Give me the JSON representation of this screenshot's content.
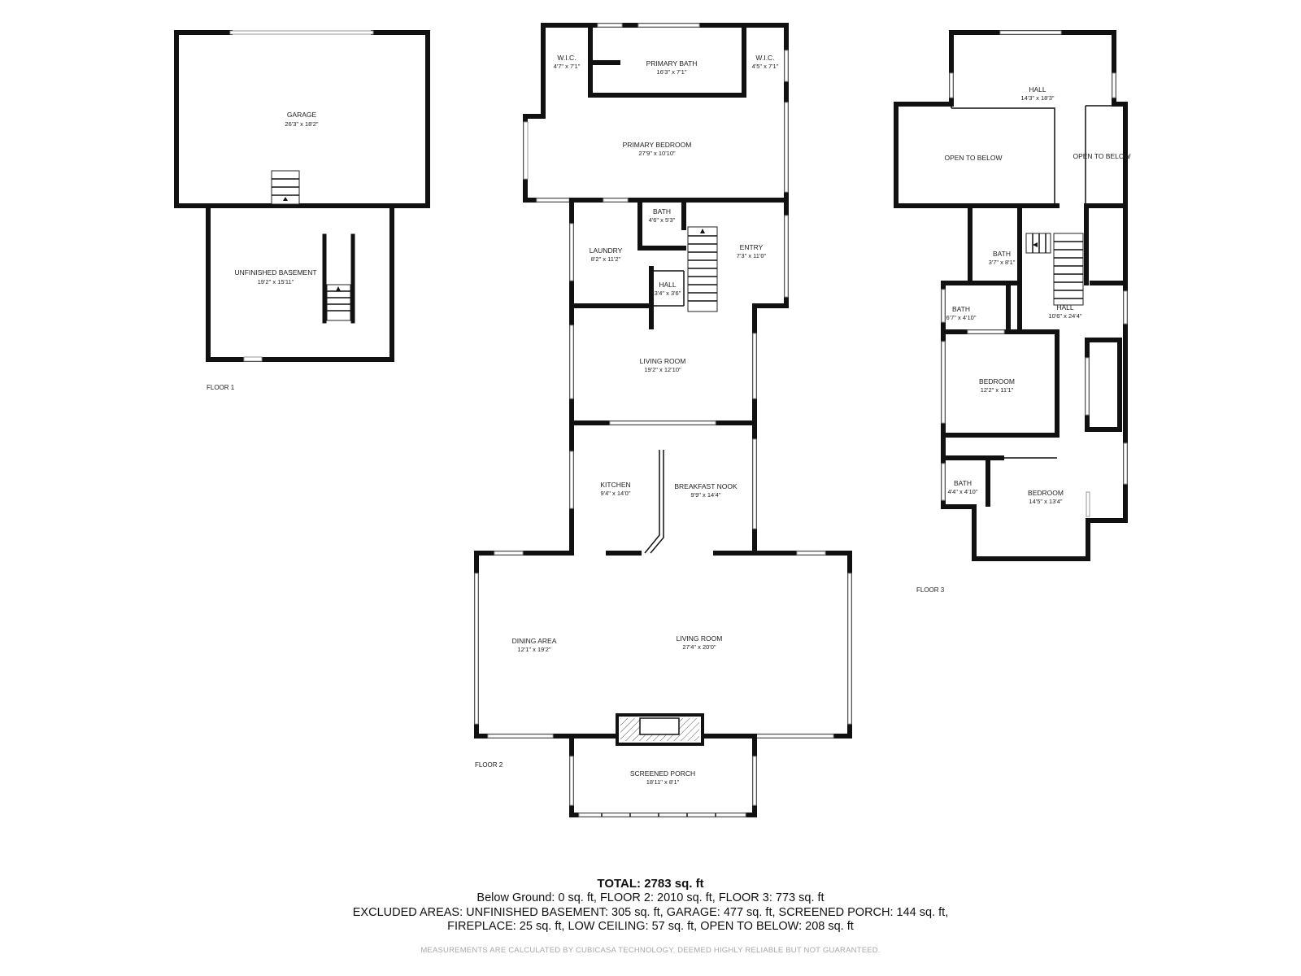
{
  "floors": {
    "floor1": {
      "label": "FLOOR 1",
      "rooms": {
        "garage": {
          "name": "GARAGE",
          "dim": "26'3\" x 18'2\""
        },
        "basement": {
          "name": "UNFINISHED BASEMENT",
          "dim": "19'2\" x 15'11\""
        }
      }
    },
    "floor2": {
      "label": "FLOOR 2",
      "rooms": {
        "wic_left": {
          "name": "W.I.C.",
          "dim": "4'7\" x 7'1\""
        },
        "primary_bath": {
          "name": "PRIMARY BATH",
          "dim": "16'3\" x 7'1\""
        },
        "wic_right": {
          "name": "W.I.C.",
          "dim": "4'5\" x 7'1\""
        },
        "primary_bedroom": {
          "name": "PRIMARY BEDROOM",
          "dim": "27'9\" x 10'10\""
        },
        "laundry": {
          "name": "LAUNDRY",
          "dim": "8'2\" x 11'2\""
        },
        "bath": {
          "name": "BATH",
          "dim": "4'6\" x 5'3\""
        },
        "hall": {
          "name": "HALL",
          "dim": "3'4\" x 3'6\""
        },
        "entry": {
          "name": "ENTRY",
          "dim": "7'3\" x 11'0\""
        },
        "living_upper": {
          "name": "LIVING ROOM",
          "dim": "19'2\" x 12'10\""
        },
        "kitchen": {
          "name": "KITCHEN",
          "dim": "9'4\" x 14'0\""
        },
        "breakfast": {
          "name": "BREAKFAST NOOK",
          "dim": "9'9\" x 14'4\""
        },
        "dining": {
          "name": "DINING AREA",
          "dim": "12'1\" x 19'2\""
        },
        "living_main": {
          "name": "LIVING ROOM",
          "dim": "27'4\" x 20'0\""
        },
        "porch": {
          "name": "SCREENED PORCH",
          "dim": "18'11\" x 8'1\""
        }
      }
    },
    "floor3": {
      "label": "FLOOR 3",
      "rooms": {
        "hall_top": {
          "name": "HALL",
          "dim": "14'3\" x 18'3\""
        },
        "open_left": {
          "name": "OPEN TO BELOW"
        },
        "open_right": {
          "name": "OPEN TO BELOW"
        },
        "bath_a": {
          "name": "BATH",
          "dim": "3'7\" x 8'1\""
        },
        "hall_mid": {
          "name": "HALL",
          "dim": "10'6\" x 24'4\""
        },
        "bath_b": {
          "name": "BATH",
          "dim": "6'7\" x 4'10\""
        },
        "bedroom_a": {
          "name": "BEDROOM",
          "dim": "12'2\" x 11'1\""
        },
        "bath_c": {
          "name": "BATH",
          "dim": "4'4\" x 4'10\""
        },
        "bedroom_b": {
          "name": "BEDROOM",
          "dim": "14'5\" x 13'4\""
        }
      }
    }
  },
  "summary": {
    "total": "TOTAL: 2783 sq. ft",
    "line1": "Below Ground: 0 sq. ft, FLOOR 2: 2010 sq. ft, FLOOR 3: 773 sq. ft",
    "line2": "EXCLUDED AREAS: UNFINISHED BASEMENT: 305 sq. ft, GARAGE: 477 sq. ft, SCREENED PORCH: 144 sq. ft,",
    "line3": "FIREPLACE: 25 sq. ft, LOW CEILING: 57 sq. ft, OPEN TO BELOW: 208 sq. ft"
  },
  "disclaimer": "MEASUREMENTS ARE CALCULATED BY CUBICASA TECHNOLOGY. DEEMED HIGHLY RELIABLE BUT NOT GUARANTEED."
}
